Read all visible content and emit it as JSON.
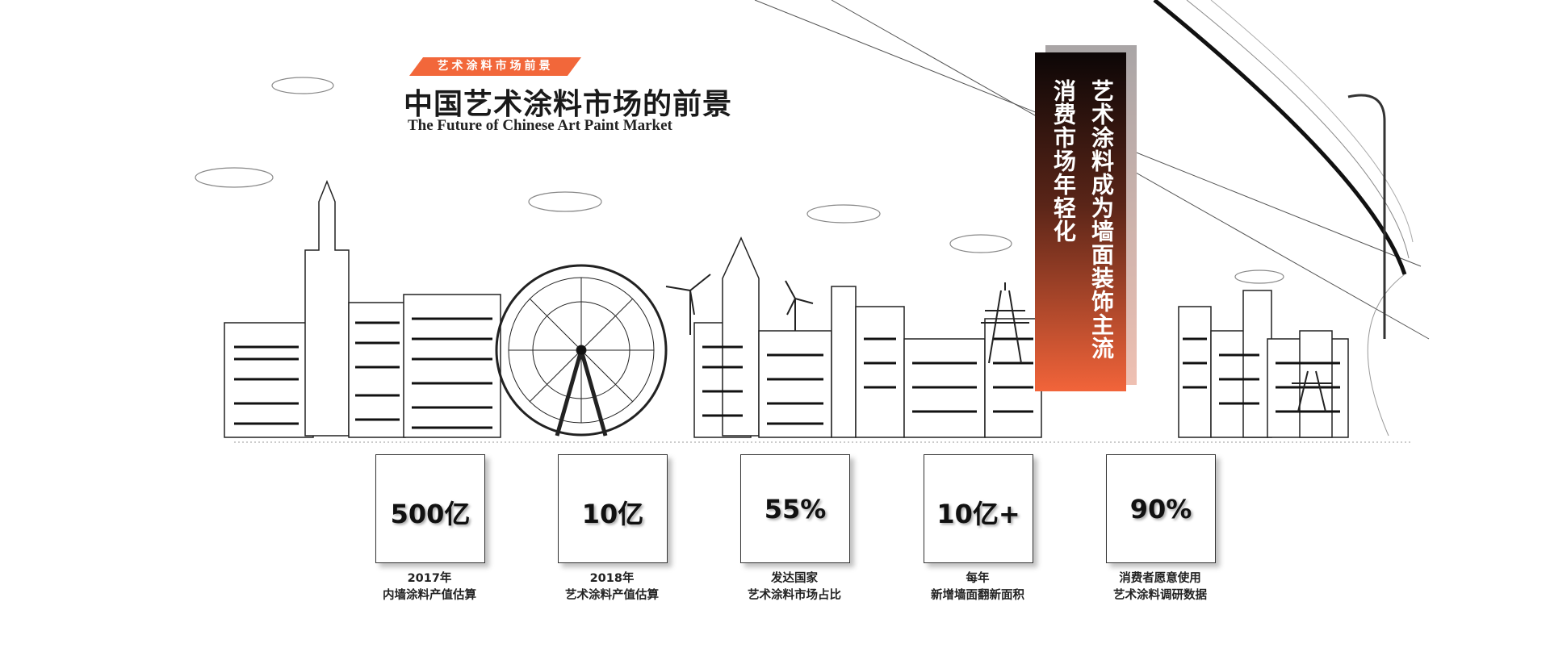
{
  "header": {
    "tag": "艺术涂料市场前景",
    "title": "中国艺术涂料市场的前景",
    "subtitle": "The Future of Chinese Art Paint Market"
  },
  "banner": {
    "line1": "艺术涂料成为墙面装饰主流",
    "line2": "消费市场年轻化"
  },
  "stats": [
    {
      "value": "500亿",
      "line1": "2017年",
      "line2": "内墙涂料产值估算"
    },
    {
      "value": "10亿",
      "line1": "2018年",
      "line2": "艺术涂料产值估算"
    },
    {
      "value": "55%",
      "line1": "发达国家",
      "line2": "艺术涂料市场占比"
    },
    {
      "value": "10亿+",
      "line1": "每年",
      "line2": "新增墙面翻新面积"
    },
    {
      "value": "90%",
      "line1": "消费者愿意使用",
      "line2": "艺术涂料调研数据"
    }
  ],
  "colors": {
    "accent": "#f2673a",
    "dark": "#0c0606"
  }
}
